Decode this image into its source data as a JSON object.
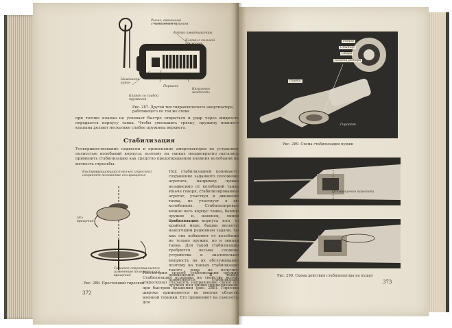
{
  "left_page": {
    "figure_287": {
      "callouts": [
        "Рычаг, связанный",
        "с нажимным купоном",
        "Корпус амортизатора",
        "Клапан с сильной",
        "пружиной",
        "Нажимной",
        "купон",
        "Поршень",
        "Клапан со",
        "слабой",
        "пружиной",
        "Вязальная",
        "жидкость"
      ],
      "caption": "Рис. 287. Другой тип гидравлического амортизатора, работающего по той же схеме"
    },
    "intro_text": "при толчке клапан не успевает быстро открыться и удар через жидкость передается корпусу танка. Чтобы уменьшить тряску, пружину нижнего клапана делают несколько слабее пружины верхнего.",
    "heading": "Стабилизация",
    "para1": "Усовершенствование подвески и применение амортизаторов не устраняют полностью колебаний корпуса; поэтому на танках неоднократно пытались применить стабилизацию как средство предотвращения влияния колебаний на меткость стрельбы.",
    "figure_288": {
      "label_top": "Быстровращающийся волчок (гироскоп) сохраняет положение оси вращения",
      "label_mid": "Ось вращения",
      "label_bottom": "Гироскоп сопротивляется изменению положения оси вращения",
      "caption": "Рис. 288. Простейший гироскоп"
    },
    "column_text": [
      "Под стабилизацией понимается сохранение заданного положения агрегата, например пушки, независимо от колебаний танка. Иначе говоря, стабилизированный агрегат, участвуя в движении танка, не участвует в его колебаниях. Стабилизировать можно весь корпус танка, башню, оружие и, наконец, линию прицеливания.",
      "Стабилизация корпуса или, по крайней мере, башни является наилучшим решением задачи, так как она избавляет от колебаний не только оружие, но и экипаж танка. Для такой стабилизации требуются весьма сложные устройства и значительная мощность на их обслуживание; поэтому на танках стабилизация такого рода не получила применения. В танках применяется стабилизация оружия или линии прицеливания.",
      "Рассмотрим способ стабилизации оружия. Стабилизация основана на свойстве волчка (гироскопа) сохранять направление своей оси при быстром вращении (рис. 288). Гироскоп широко применяется во многих областях военной техники. Его применяют на самолетах для"
    ],
    "page_number": "372"
  },
  "right_page": {
    "figure_289": {
      "labels": [
        "Ротор",
        "Статор",
        "Опора",
        "Поддон ротора"
      ],
      "label_pushka": "Пушка",
      "label_giroskop": "Гироскоп",
      "caption": "Рис. 289. Схема стабилизации пушки"
    },
    "figure_290": {
      "label_axis": "Ось вращения гироскопа",
      "caption": "Рис. 290. Схема действия стабилизатора на пушку"
    },
    "page_number": "373"
  }
}
